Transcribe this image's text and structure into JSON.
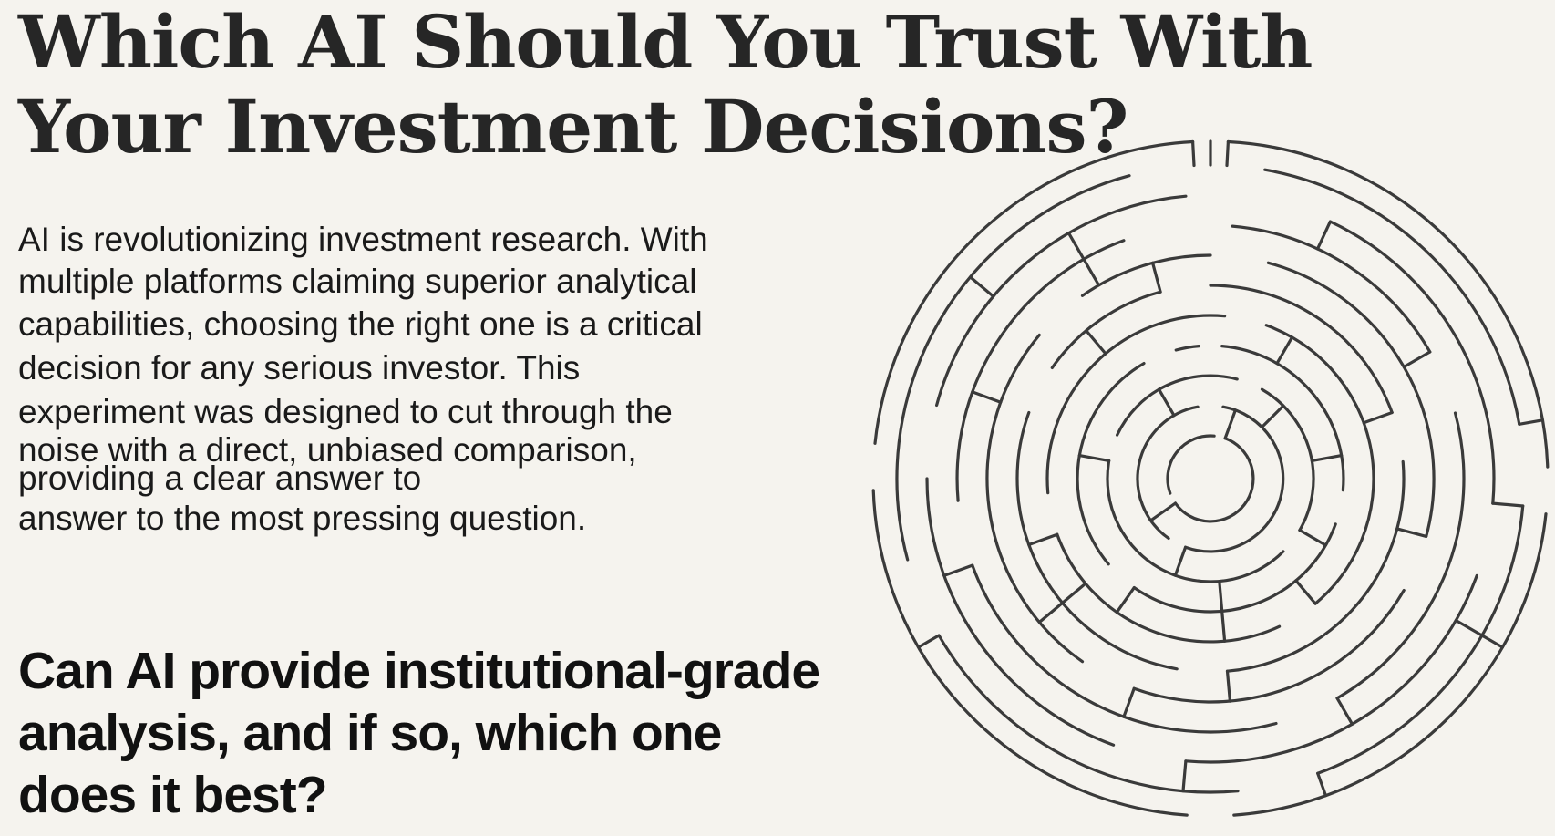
{
  "header": {
    "title": "Which AI Should You Trust With Your Investment Decisions?"
  },
  "intro": {
    "lines": [
      "AI is revolutionizing investment research. With",
      "multiple platforms claiming superior analytical",
      "capabilities, choosing the right one is a critical",
      "decision for any serious investor. This",
      "experiment was designed to cut through the",
      "noise with a direct, unbiased comparison,",
      "providing a clear answer to",
      "answer to the most pressing question."
    ]
  },
  "question": {
    "text": "Can AI provide institutional-grade analysis, and if so, which one does it best?"
  },
  "illustration": {
    "name": "circular-maze",
    "stroke_color": "#3a3a3a",
    "background": "#f5f3ee"
  }
}
